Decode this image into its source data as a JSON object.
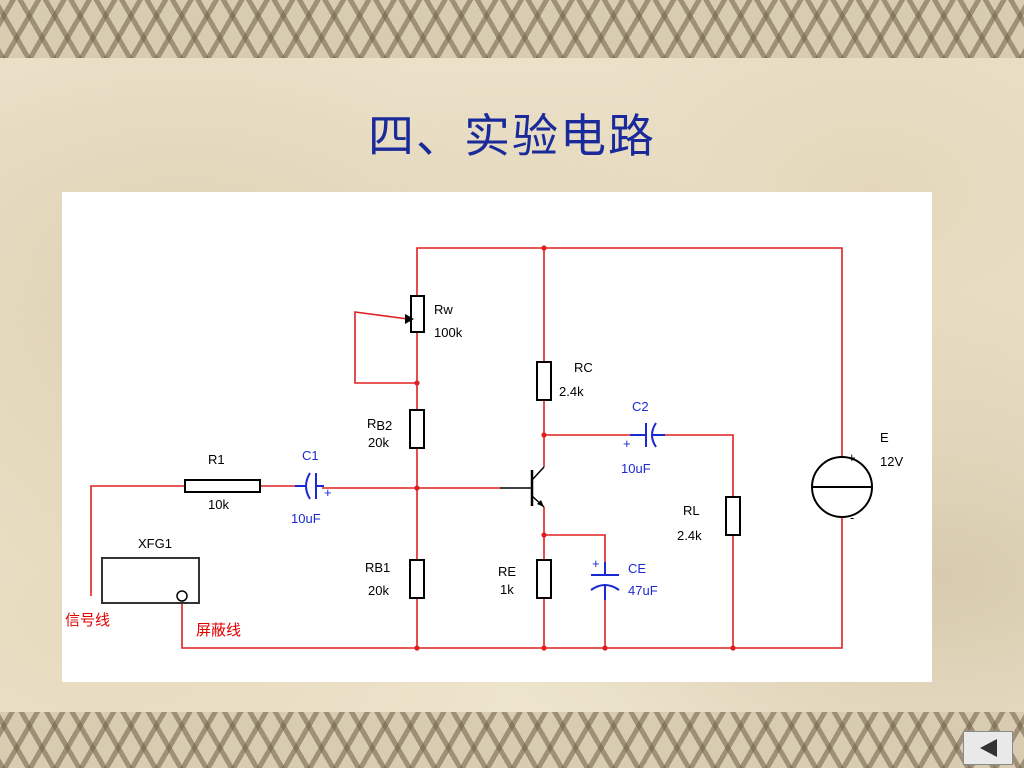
{
  "slide": {
    "title": "四、实验电路",
    "nav_prev_icon": "triangle-left-icon"
  },
  "colors": {
    "title": "#1a2a9a",
    "wire": "#e02020",
    "capacitor": "#1a2ad0",
    "component": "#000000"
  },
  "circuit": {
    "rw_name": "Rw",
    "rw_value": "100k",
    "rc_name": "RC",
    "rc_value": "2.4k",
    "c2_name": "C2",
    "c2_value": "10uF",
    "rb2_prefix": "R",
    "rb2_sub": "B2",
    "rb2_value": "20k",
    "r1_name": "R1",
    "r1_value": "10k",
    "c1_name": "C1",
    "c1_value": "10uF",
    "e_name": "E",
    "e_value": "12V",
    "rl_name": "RL",
    "rl_value": "2.4k",
    "xfg_name": "XFG1",
    "rb1_name": "RB1",
    "rb1_value": "20k",
    "re_name": "RE",
    "re_value": "1k",
    "ce_name": "CE",
    "ce_value": "47uF",
    "signal_wire_label": "信号线",
    "shield_wire_label": "屏蔽线",
    "plus": "+",
    "minus": "-"
  }
}
